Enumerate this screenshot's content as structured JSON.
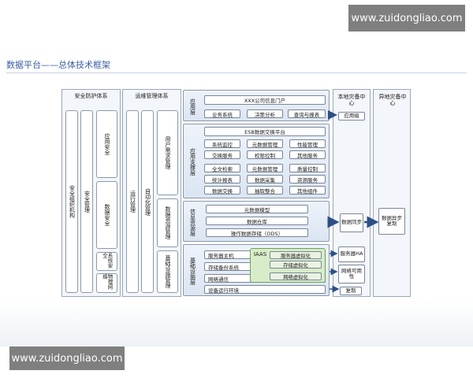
{
  "watermark": {
    "top": "www.zuidongliao.com",
    "bottom": "www.zuidongliao.com"
  },
  "slide_title": "数据平台——总体技术框架",
  "security": {
    "title": "安全防护体系",
    "col1": "安全组织机构",
    "col2": "安全管理",
    "items": [
      "应用安全",
      "数据安全",
      "系统安全",
      "物理网络"
    ]
  },
  "ops": {
    "title": "运维管理体系",
    "col1": "运行管理",
    "col2": "自动化管理",
    "items": [
      "用户需求管理",
      "数据资源管理",
      "基础设施管理"
    ]
  },
  "layers": {
    "app": {
      "label": "应用层",
      "portal": "XXX公司信息门户",
      "boxes": [
        "业务系统",
        "决策分析",
        "查询与报表"
      ]
    },
    "support": {
      "label": "应用支撑层",
      "esb": "ESB数据交换平台",
      "grid": [
        [
          "系统监控",
          "元数据管理",
          "性能管理"
        ],
        [
          "交换服务",
          "权限控制",
          "其他服务"
        ],
        [
          "全文检索",
          "元数据管理",
          "质量控制"
        ],
        [
          "统计报表",
          "数据采集",
          "资源服务"
        ],
        [
          "数据交换",
          "抽取整合",
          "其他组件"
        ]
      ]
    },
    "info": {
      "label": "信息资源层",
      "boxes": [
        "元数据模型",
        "数据仓库",
        "操作数据存储（ODS）"
      ]
    },
    "infra": {
      "label": "基础设施层",
      "boxes": [
        "服务器主机",
        "存储备份系统",
        "网络通信"
      ],
      "env": "设备运行环境",
      "iaas": "IAAS",
      "virt": [
        "服务器虚拟化",
        "存储虚拟化",
        "网络虚拟化"
      ]
    }
  },
  "dr_local": {
    "title": "本地灾备中心",
    "items": [
      "应用级",
      "数据同步",
      "服务器HA",
      "网络可用性",
      "复制"
    ]
  },
  "dr_remote": {
    "title": "异地灾备中心",
    "item": "数据异步复制"
  }
}
